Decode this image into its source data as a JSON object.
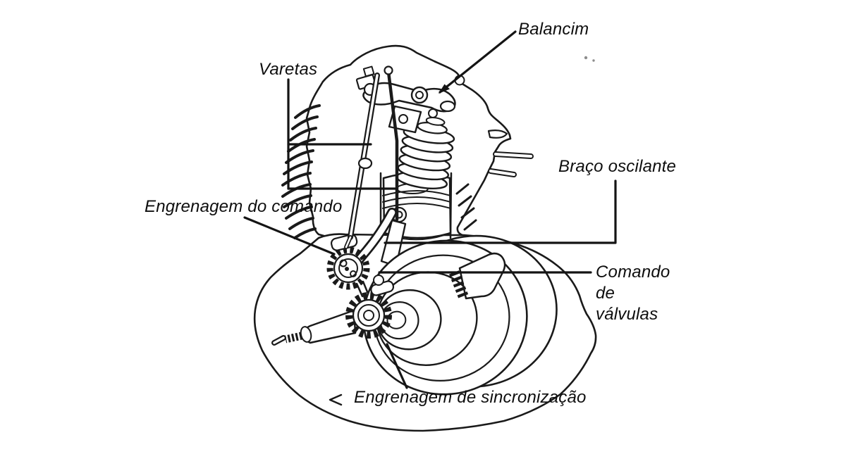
{
  "figure": {
    "type": "technical-line-diagram",
    "subject": "Motorcycle engine cutaway with valve-train parts labeled (Portuguese)",
    "background_color": "#ffffff",
    "ink_color": "#1a1a1a",
    "label_color": "#0e0e0e",
    "annotations": [
      {
        "id": "balancim",
        "text": "Balancim",
        "points_to": "rocker-arm"
      },
      {
        "id": "varetas",
        "text": "Varetas",
        "points_to": "pushrods"
      },
      {
        "id": "braco-oscilante",
        "text": "Braço oscilante",
        "points_to": "follower-arm"
      },
      {
        "id": "engrenagem-do-comando",
        "text": "Engrenagem do comando",
        "points_to": "cam-gear"
      },
      {
        "id": "comando-de-valvulas",
        "text": "Comando de válvulas",
        "points_to": "camshaft"
      },
      {
        "id": "engrenagem-de-sincronizacao",
        "text": "Engrenagem de sincronização",
        "points_to": "timing-gear"
      }
    ]
  }
}
